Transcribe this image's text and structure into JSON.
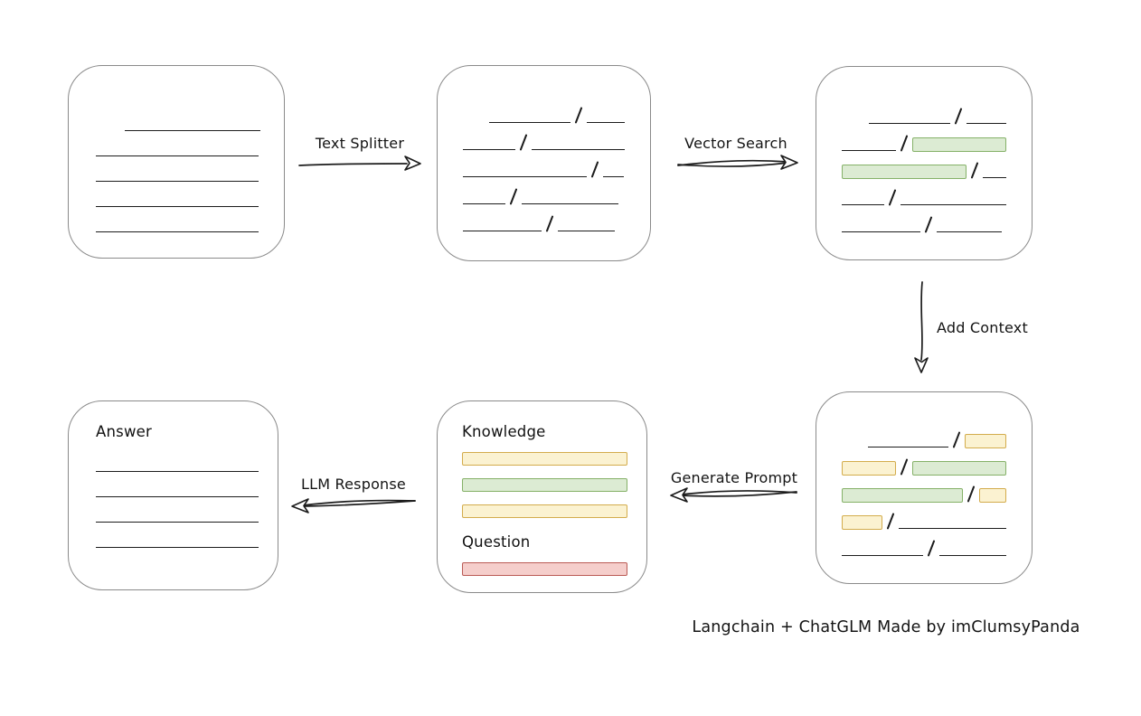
{
  "caption": "Langchain + ChatGLM Made by imClumsyPanda",
  "colors": {
    "ink": "#1c1c1c",
    "box_border": "#8a8a8a",
    "green_fill": "#dcebd3",
    "green_border": "#85b168",
    "yellow_fill": "#fbf2d1",
    "yellow_border": "#d3ac4c",
    "red_fill": "#f5cecb",
    "red_border": "#ba5b55"
  },
  "arrows": {
    "text_splitter": {
      "label": "Text Splitter"
    },
    "vector_search": {
      "label": "Vector Search"
    },
    "add_context": {
      "label": "Add Context"
    },
    "generate_prompt": {
      "label": "Generate Prompt"
    },
    "llm_response": {
      "label": "LLM Response"
    }
  },
  "boxes": {
    "source_document": {
      "lines": [
        {
          "indent": 32,
          "w": 150
        },
        {
          "indent": 0,
          "w": 180
        },
        {
          "indent": 0,
          "w": 180
        },
        {
          "indent": 0,
          "w": 180
        },
        {
          "indent": 0,
          "w": 180
        }
      ]
    },
    "split_chunks": {
      "rows": [
        [
          {
            "t": "gap",
            "w": 30
          },
          {
            "t": "line",
            "w": 93
          },
          {
            "t": "slash"
          },
          {
            "t": "line",
            "w": 44
          }
        ],
        [
          {
            "t": "line",
            "w": 60
          },
          {
            "t": "slash"
          },
          {
            "t": "line",
            "w": 106
          }
        ],
        [
          {
            "t": "line",
            "w": 137
          },
          {
            "t": "slash"
          },
          {
            "t": "line",
            "w": 23
          }
        ],
        [
          {
            "t": "line",
            "w": 47
          },
          {
            "t": "slash"
          },
          {
            "t": "line",
            "w": 107
          }
        ],
        [
          {
            "t": "line",
            "w": 87
          },
          {
            "t": "slash"
          },
          {
            "t": "line",
            "w": 63
          }
        ]
      ]
    },
    "searched_chunks": {
      "rows": [
        [
          {
            "t": "gap",
            "w": 30
          },
          {
            "t": "line",
            "w": 90
          },
          {
            "t": "slash"
          },
          {
            "t": "line",
            "w": 44
          }
        ],
        [
          {
            "t": "line",
            "w": 62
          },
          {
            "t": "slash"
          },
          {
            "t": "chunk",
            "c": "green",
            "w": 107
          }
        ],
        [
          {
            "t": "chunk",
            "c": "green",
            "w": 138
          },
          {
            "t": "slash"
          },
          {
            "t": "line",
            "w": 26
          }
        ],
        [
          {
            "t": "line",
            "w": 47
          },
          {
            "t": "slash"
          },
          {
            "t": "line",
            "w": 118
          }
        ],
        [
          {
            "t": "line",
            "w": 87
          },
          {
            "t": "slash"
          },
          {
            "t": "line",
            "w": 72
          }
        ]
      ]
    },
    "context_chunks": {
      "rows": [
        [
          {
            "t": "gap",
            "w": 30
          },
          {
            "t": "line",
            "w": 93
          },
          {
            "t": "slash"
          },
          {
            "t": "chunk",
            "c": "yellow",
            "w": 48
          }
        ],
        [
          {
            "t": "chunk",
            "c": "yellow",
            "w": 61
          },
          {
            "t": "slash"
          },
          {
            "t": "chunk",
            "c": "green",
            "w": 107
          }
        ],
        [
          {
            "t": "chunk",
            "c": "green",
            "w": 138
          },
          {
            "t": "slash"
          },
          {
            "t": "chunk",
            "c": "yellow",
            "w": 31
          }
        ],
        [
          {
            "t": "chunk",
            "c": "yellow",
            "w": 45
          },
          {
            "t": "slash"
          },
          {
            "t": "line",
            "w": 119
          }
        ],
        [
          {
            "t": "line",
            "w": 90
          },
          {
            "t": "slash"
          },
          {
            "t": "line",
            "w": 74
          }
        ]
      ]
    },
    "prompt": {
      "knowledge_label": "Knowledge",
      "question_label": "Question",
      "knowledge_bars": [
        "yellow",
        "green",
        "yellow"
      ],
      "question_bars": [
        "red"
      ]
    },
    "answer": {
      "label": "Answer",
      "lines": [
        {
          "indent": 0,
          "w": 180
        },
        {
          "indent": 0,
          "w": 180
        },
        {
          "indent": 0,
          "w": 180
        },
        {
          "indent": 0,
          "w": 180
        }
      ]
    }
  }
}
